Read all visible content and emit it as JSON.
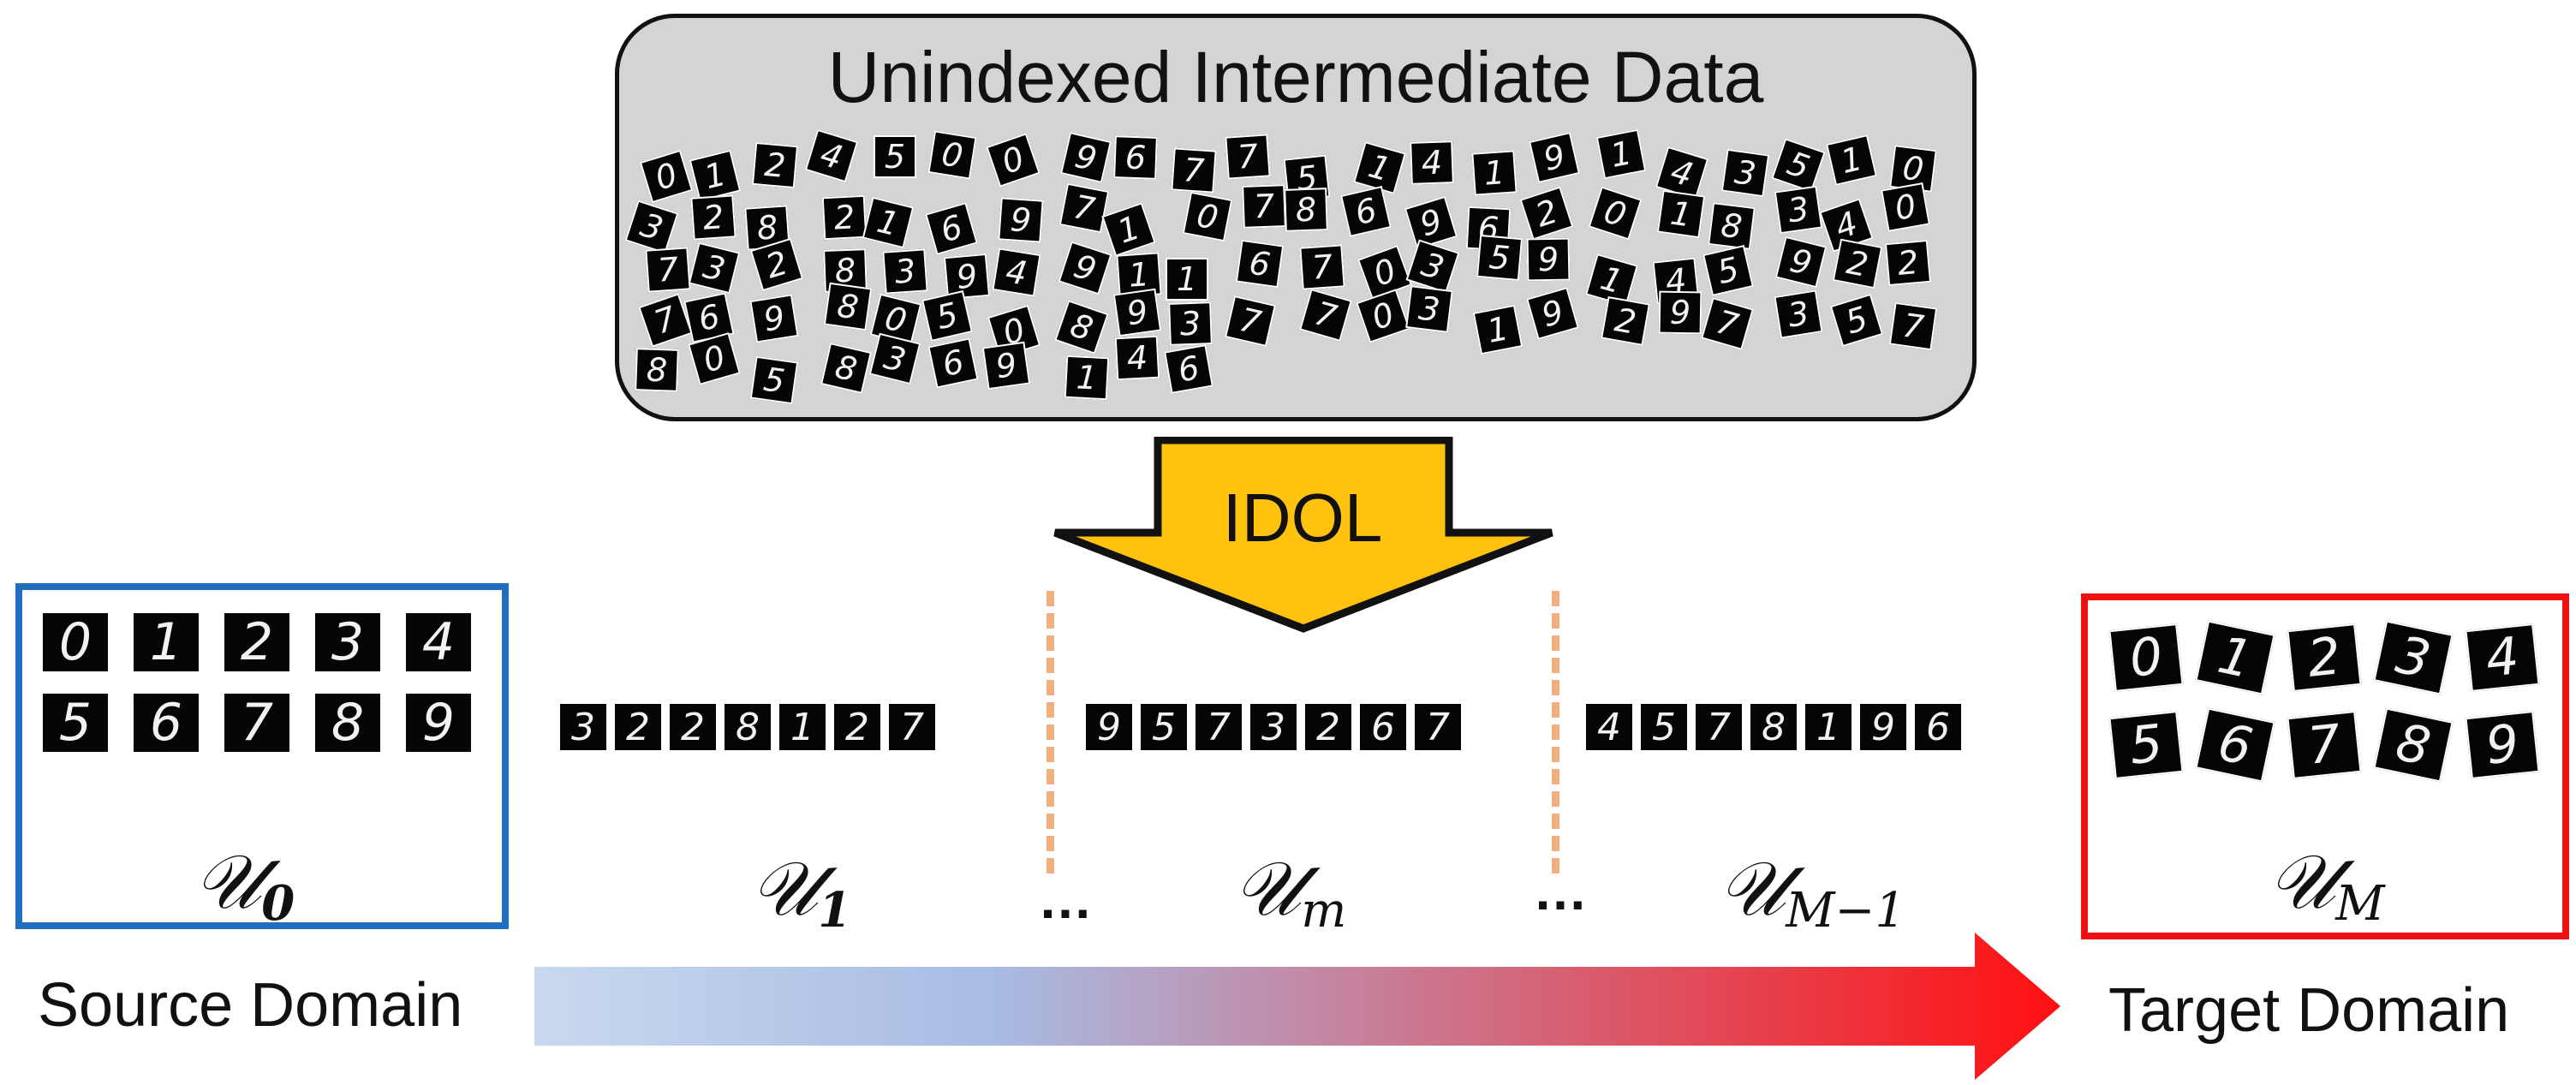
{
  "pool": {
    "title": "Unindexed Intermediate Data",
    "digits": [
      "0",
      "1",
      "2",
      "4",
      "5",
      "0",
      "0",
      "9",
      "6",
      "7",
      "7",
      "5",
      "1",
      "4",
      "1",
      "9",
      "1",
      "4",
      "3",
      "5",
      "1",
      "0",
      "3",
      "2",
      "8",
      "2",
      "1",
      "6",
      "9",
      "7",
      "1",
      "0",
      "7",
      "8",
      "6",
      "9",
      "6",
      "2",
      "0",
      "1",
      "8",
      "3",
      "4",
      "0",
      "7",
      "3",
      "2",
      "8",
      "3",
      "9",
      "4",
      "9",
      "1",
      "1",
      "6",
      "7",
      "0",
      "3",
      "5",
      "9",
      "1",
      "4",
      "5",
      "9",
      "2",
      "2",
      "7",
      "6",
      "9",
      "8",
      "0",
      "5",
      "0",
      "8",
      "9",
      "3",
      "7",
      "7",
      "0",
      "3",
      "1",
      "9",
      "2",
      "9",
      "7",
      "3",
      "5",
      "7",
      "8",
      "0",
      "5",
      "8",
      "3",
      "6",
      "9",
      "1",
      "4",
      "6"
    ]
  },
  "arrow": {
    "label": "IDOL",
    "fill": "#ffc20e"
  },
  "source": {
    "label": "Source Domain",
    "symbol": "𝒰",
    "subscript": "0",
    "color": "#1f6fc0",
    "digits": [
      "0",
      "1",
      "2",
      "3",
      "4",
      "5",
      "6",
      "7",
      "8",
      "9"
    ]
  },
  "target": {
    "label": "Target Domain",
    "symbol": "𝒰",
    "subscript": "M",
    "color": "#ee1111",
    "digits": [
      "0",
      "1",
      "2",
      "3",
      "4",
      "5",
      "6",
      "7",
      "8",
      "9"
    ]
  },
  "intermediate": [
    {
      "symbol": "𝒰",
      "subscript": "1",
      "digits": [
        "3",
        "2",
        "2",
        "8",
        "1",
        "2",
        "7"
      ]
    },
    {
      "symbol": "𝒰",
      "subscript": "m",
      "digits": [
        "9",
        "5",
        "7",
        "3",
        "2",
        "6",
        "7"
      ]
    },
    {
      "symbol": "𝒰",
      "subscript": "M−1",
      "digits": [
        "4",
        "5",
        "7",
        "8",
        "1",
        "9",
        "6"
      ]
    }
  ],
  "ellipsis": "…",
  "gradient": {
    "from": "#c8d8ee",
    "mid": "#a8bce4",
    "to": "#ff1010"
  }
}
